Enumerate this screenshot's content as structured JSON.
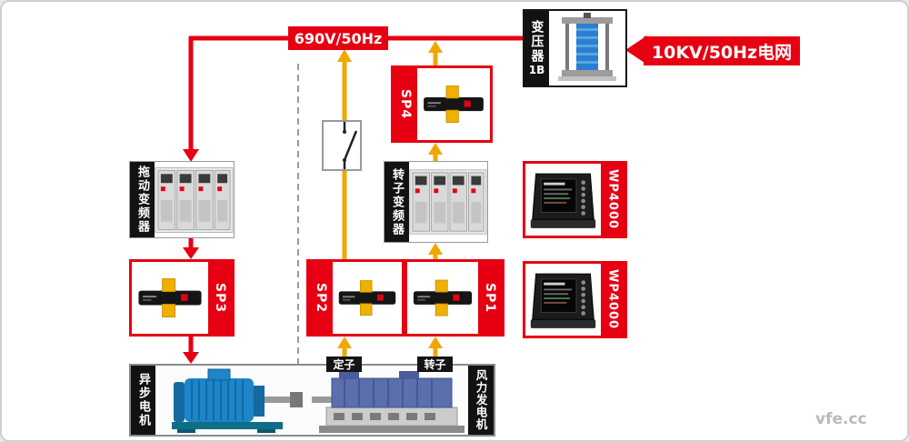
{
  "diagram": {
    "bus_label": "690V/50Hz",
    "grid_label": "10KV/50Hz电网",
    "transformer_name": "变压器",
    "transformer_code": "1B",
    "drive_converter_label": "拖动变频器",
    "rotor_converter_label": "转子变频器",
    "sp1_label": "SP1",
    "sp2_label": "SP2",
    "sp3_label": "SP3",
    "sp4_label": "SP4",
    "wp4000_top_label": "WP4000",
    "wp4000_bottom_label": "WP4000",
    "async_motor_label": "异步电机",
    "wind_generator_label": "风力发电机",
    "stator_label": "定子",
    "rotor_label": "转子",
    "watermark": "vfe.cc"
  },
  "colors": {
    "power_line_red": "#e60012",
    "measure_line_yellow": "#f0a800",
    "label_strip_black": "#121212",
    "motor_blue": "#1d85c8",
    "generator_blue": "#5b6fae",
    "transformer_blue": "#2a7fd0"
  }
}
